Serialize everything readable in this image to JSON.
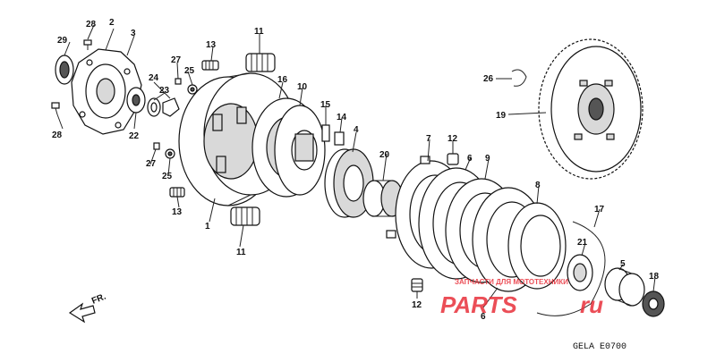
{
  "diagram": {
    "code": "GELA E0700",
    "front_arrow": "FR.",
    "watermark": {
      "brand_part1": "PARTS",
      "brand_part2": "ru",
      "subtext": "ЗАПЧАСТИ ДЛЯ МОТОТЕХНИКИ",
      "color": "#e8303a"
    },
    "callouts": {
      "c1": "1",
      "c2": "2",
      "c3": "3",
      "c4": "4",
      "c5": "5",
      "c6a": "6",
      "c6b": "6",
      "c7": "7",
      "c8": "8",
      "c9": "9",
      "c10": "10",
      "c11a": "11",
      "c11b": "11",
      "c12a": "12",
      "c12b": "12",
      "c13a": "13",
      "c13b": "13",
      "c14": "14",
      "c15": "15",
      "c16": "16",
      "c17": "17",
      "c18": "18",
      "c19": "19",
      "c20": "20",
      "c21": "21",
      "c22": "22",
      "c23": "23",
      "c24": "24",
      "c25a": "25",
      "c25b": "25",
      "c26": "26",
      "c27a": "27",
      "c27b": "27",
      "c28a": "28",
      "c28b": "28",
      "c29": "29"
    }
  }
}
